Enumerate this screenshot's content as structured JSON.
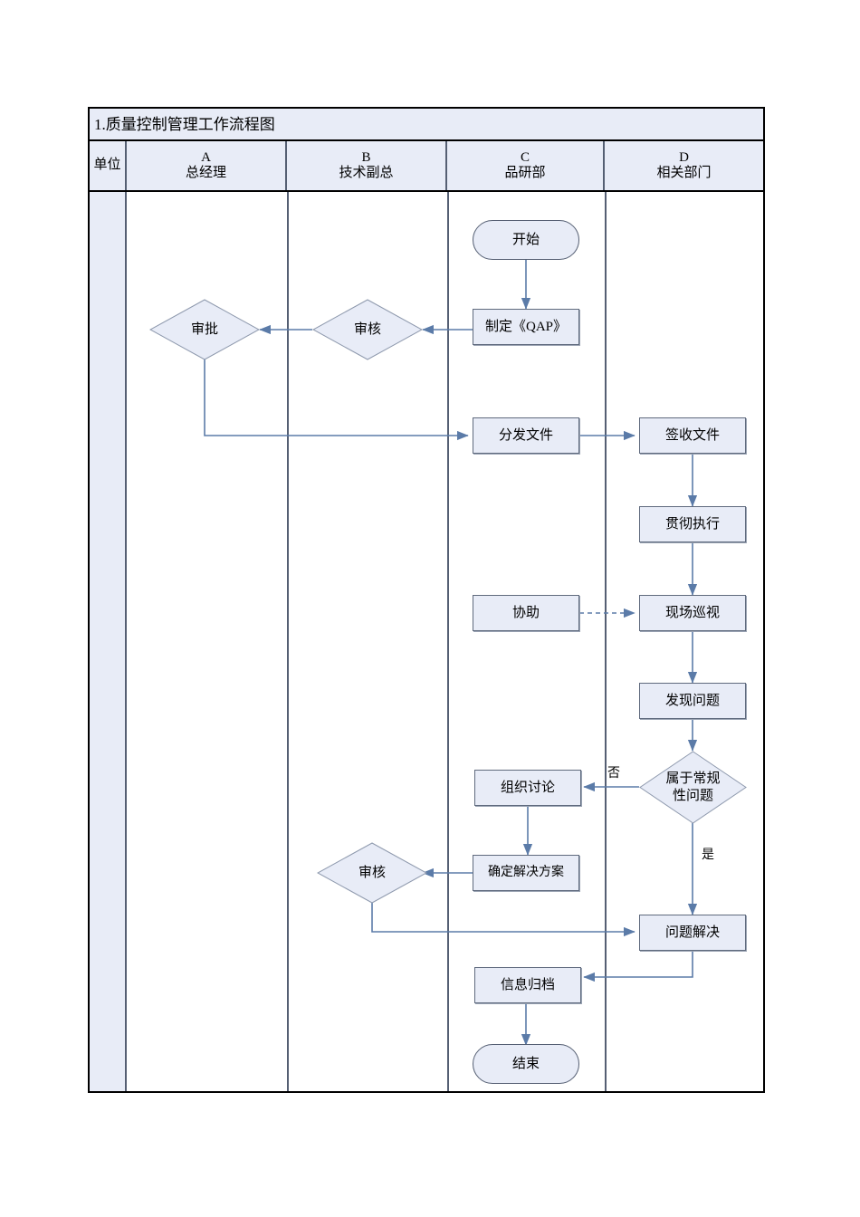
{
  "document": {
    "title": "1.质量控制管理工作流程图"
  },
  "table": {
    "unit_header": "单位",
    "columns": [
      {
        "letter": "A",
        "name": "总经理"
      },
      {
        "letter": "B",
        "name": "技术副总"
      },
      {
        "letter": "C",
        "name": "品研部"
      },
      {
        "letter": "D",
        "name": "相关部门"
      }
    ]
  },
  "flow": {
    "nodes": [
      {
        "id": "start",
        "label": "开始",
        "shape": "terminator",
        "column": "C"
      },
      {
        "id": "make_qap",
        "label": "制定《QAP》",
        "shape": "process",
        "column": "C"
      },
      {
        "id": "review1",
        "label": "审核",
        "shape": "diamond",
        "column": "B"
      },
      {
        "id": "approve",
        "label": "审批",
        "shape": "diamond",
        "column": "A"
      },
      {
        "id": "distribute",
        "label": "分发文件",
        "shape": "process",
        "column": "C"
      },
      {
        "id": "signoff",
        "label": "签收文件",
        "shape": "process",
        "column": "D"
      },
      {
        "id": "implement",
        "label": "贯彻执行",
        "shape": "process",
        "column": "D"
      },
      {
        "id": "assist",
        "label": "协助",
        "shape": "process",
        "column": "C"
      },
      {
        "id": "inspect",
        "label": "现场巡视",
        "shape": "process",
        "column": "D"
      },
      {
        "id": "findissue",
        "label": "发现问题",
        "shape": "process",
        "column": "D"
      },
      {
        "id": "isroutine",
        "label": "属于常规\n性问题",
        "shape": "diamond",
        "column": "D"
      },
      {
        "id": "discuss",
        "label": "组织讨论",
        "shape": "process",
        "column": "C"
      },
      {
        "id": "solution",
        "label": "确定解决方案",
        "shape": "process",
        "column": "C"
      },
      {
        "id": "review2",
        "label": "审核",
        "shape": "diamond",
        "column": "B"
      },
      {
        "id": "resolved",
        "label": "问题解决",
        "shape": "process",
        "column": "D"
      },
      {
        "id": "archive",
        "label": "信息归档",
        "shape": "process",
        "column": "C"
      },
      {
        "id": "end",
        "label": "结束",
        "shape": "terminator",
        "column": "C"
      }
    ],
    "edge_labels": {
      "no": "否",
      "yes": "是"
    }
  },
  "colors": {
    "shape_fill": "#e8ecf7",
    "shape_stroke": "#555f73",
    "connector": "#5b7ba8",
    "table_border": "#000000"
  }
}
